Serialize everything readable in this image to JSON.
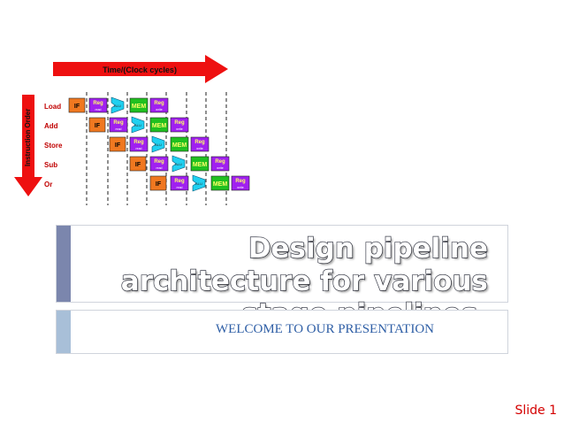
{
  "slide": {
    "title": "Design pipeline architecture for various stage pipelines.",
    "subtitle": "WELCOME TO OUR PRESENTATION",
    "slide_number": "Slide 1"
  },
  "diagram": {
    "time_label": "Time/(Clock cycles)",
    "order_label": "Instruction Order",
    "instructions": [
      "Load",
      "Add",
      "Store",
      "Sub",
      "Or"
    ],
    "stages": [
      {
        "label": "IF",
        "color": "#f07820"
      },
      {
        "label": "Reg",
        "sublabel": "read",
        "color": "#a020f0"
      },
      {
        "label": "ALU",
        "color": "#20d0f0"
      },
      {
        "label": "MEM",
        "color": "#20c020"
      },
      {
        "label": "Reg",
        "sublabel": "write",
        "color": "#a020f0"
      }
    ],
    "arrow_color": "#ee1010"
  }
}
